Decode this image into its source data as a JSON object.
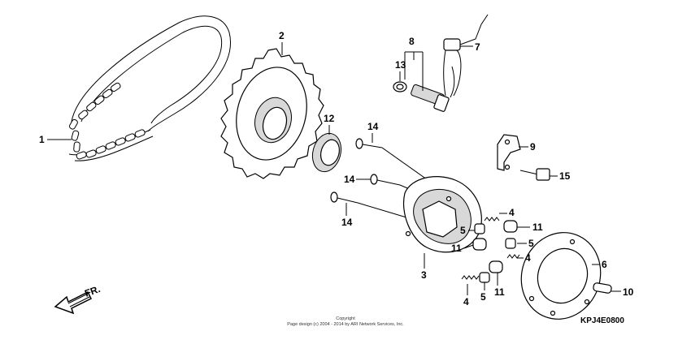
{
  "callouts": [
    {
      "id": "c1",
      "label": "1"
    },
    {
      "id": "c2",
      "label": "2"
    },
    {
      "id": "c4a",
      "label": "4"
    },
    {
      "id": "c4b",
      "label": "4"
    },
    {
      "id": "c4c",
      "label": "4"
    },
    {
      "id": "c5a",
      "label": "5"
    },
    {
      "id": "c5b",
      "label": "5"
    },
    {
      "id": "c5c",
      "label": "5"
    },
    {
      "id": "c6",
      "label": "6"
    },
    {
      "id": "c7",
      "label": "7"
    },
    {
      "id": "c8",
      "label": "8"
    },
    {
      "id": "c9",
      "label": "9"
    },
    {
      "id": "c10",
      "label": "10"
    },
    {
      "id": "c11a",
      "label": "11"
    },
    {
      "id": "c11b",
      "label": "11"
    },
    {
      "id": "c11c",
      "label": "11"
    },
    {
      "id": "c12",
      "label": "12"
    },
    {
      "id": "c13",
      "label": "13"
    },
    {
      "id": "c14a",
      "label": "14"
    },
    {
      "id": "c14b",
      "label": "14"
    },
    {
      "id": "c14c",
      "label": "14"
    },
    {
      "id": "c3",
      "label": "3"
    },
    {
      "id": "c15",
      "label": "15"
    }
  ],
  "direction_label": "FR.",
  "diagram_code": "KPJ4E0800",
  "copyright": {
    "line1": "Copyright",
    "line2": "Page design (c) 2004 - 2014 by ARI Network Services, Inc."
  }
}
